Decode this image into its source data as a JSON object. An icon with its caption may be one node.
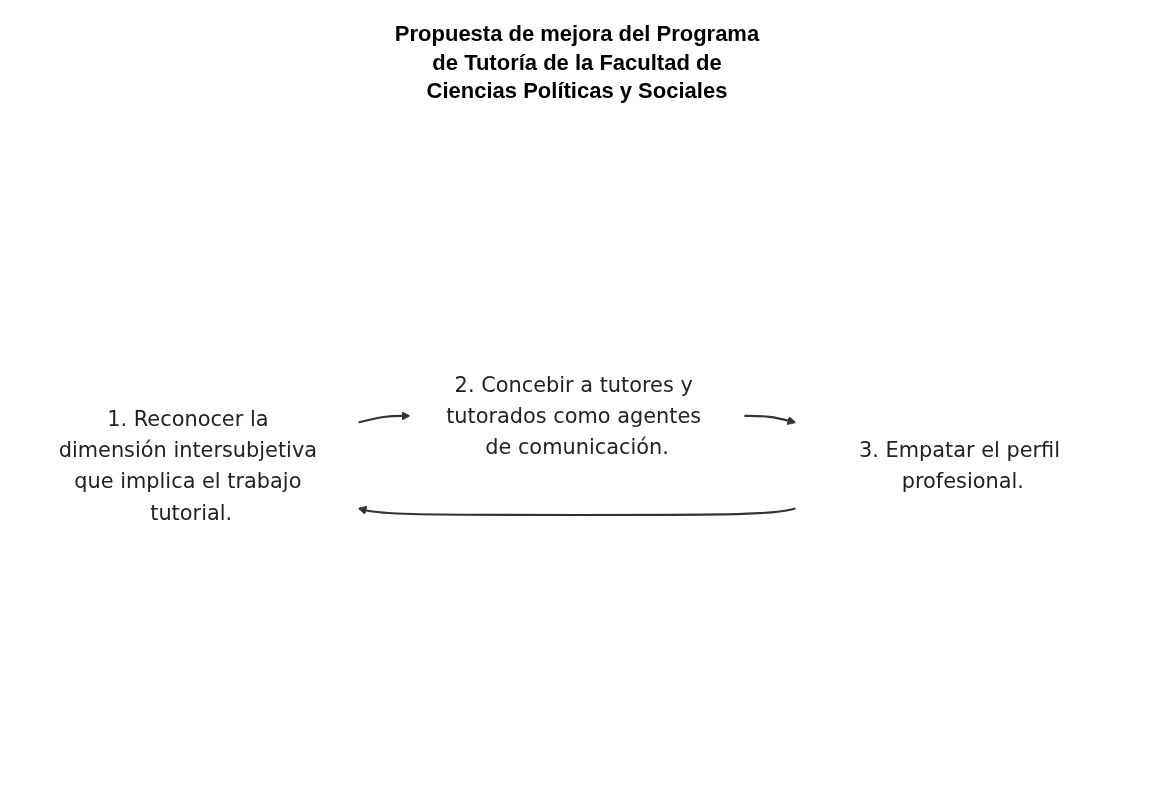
{
  "diagram": {
    "nodes": [
      {
        "text": [
          "1. Reconocer la dimensión intersubjetiva que implica el trabajo tutorial."
        ]
      },
      {
        "text": [
          "2. Concebir a tutores y tutorados como agentes de comunicación."
        ]
      },
      {
        "text": [
          "3. Empatar el perfil profesional."
        ]
      }
    ],
    "edges": [
      {
        "from": 0,
        "to": 1,
        "arrow": "to"
      },
      {
        "from": 1,
        "to": 2,
        "arrow": "to"
      },
      {
        "from": 2,
        "to": 0,
        "arrow": "to"
      }
    ],
    "labels": [
      "Propuesta de mejora del Programa de Tutoría de la Facultad de Ciencias Políticas y Sociales"
    ]
  }
}
